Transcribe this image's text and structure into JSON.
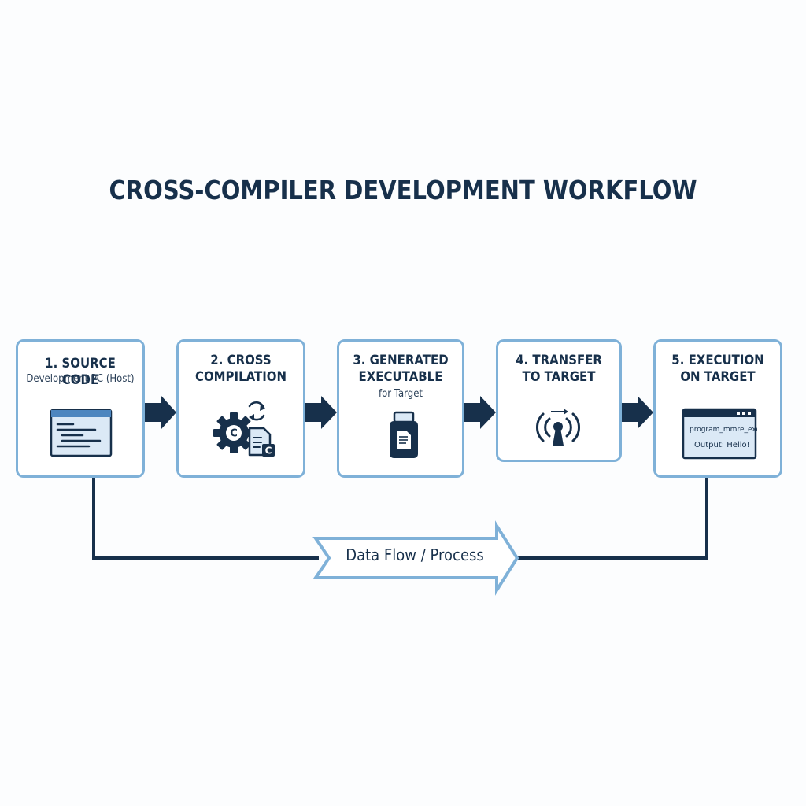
{
  "title": "CROSS-COMPILER DEVELOPMENT WORKFLOW",
  "steps": [
    {
      "line1": "1. SOURCE CODE",
      "line2": "",
      "subtitle": "Development PC (Host)",
      "icon": "code-window-icon"
    },
    {
      "line1": "2. CROSS",
      "line2": "COMPILATION",
      "subtitle": "",
      "icon": "gear-compile-icon"
    },
    {
      "line1": "3. GENERATED",
      "line2": "EXECUTABLE",
      "subtitle": "for Target",
      "icon": "executable-file-icon"
    },
    {
      "line1": "4. TRANSFER",
      "line2": "TO TARGET",
      "subtitle": "",
      "icon": "wireless-transfer-icon"
    },
    {
      "line1": "5. EXECUTION",
      "line2": "ON TARGET",
      "subtitle": "",
      "icon": "terminal-window-icon"
    }
  ],
  "compile_badges": {
    "gear": "C",
    "file": "C"
  },
  "terminal": {
    "line1": "program_mmre_exe",
    "line2": "Output: Hello!"
  },
  "flow": {
    "label": "Data Flow / Process"
  },
  "colors": {
    "title": "#17304b",
    "box_border": "#7fb1d8",
    "arrow": "#17304b",
    "icon_dark": "#17304b",
    "icon_light": "#dbe9f6",
    "icon_accent": "#4d86bf"
  }
}
